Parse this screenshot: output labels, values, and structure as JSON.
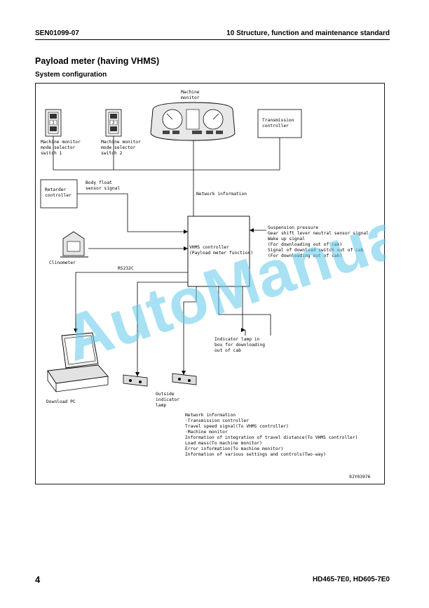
{
  "header": {
    "doc_code": "SEN01099-07",
    "section": "10 Structure, function and maintenance standard"
  },
  "page": {
    "title": "Payload meter (having VHMS)",
    "subtitle": "System configuration"
  },
  "diagram": {
    "machine_monitor": [
      "Machine",
      "monitor"
    ],
    "switch1": [
      "Machine monitor",
      "mode selector",
      "switch 1"
    ],
    "switch2": [
      "Machine monitor",
      "mode selector",
      "switch 2"
    ],
    "switch1_face": "1",
    "switch2_face": "2",
    "transmission_controller": [
      "Transmission",
      "controller"
    ],
    "retarder_controller": [
      "Retarder",
      "controller"
    ],
    "body_float_sensor": [
      "Body float",
      "sensor signal"
    ],
    "network_information": "Network information",
    "vhms_controller": [
      "VHMS controller",
      "(Payload meter function)"
    ],
    "inputs": [
      "Suspension pressure",
      "Gear shift lever neutral sensor signal",
      "Wake up signal",
      "(For downloading out of cab)",
      "Signal of download switch out of cab",
      "(For downloading out of cab)"
    ],
    "clinometer": "Clinometer",
    "rs232c": "RS232C",
    "indicator_lamp_box": [
      "Indicator lamp in",
      "box for downloading",
      "out of cab"
    ],
    "download_pc": "Download PC",
    "outside_lamp": [
      "Outside",
      "indicator",
      "lamp"
    ],
    "network_info_block": [
      "Network information",
      "·Transmission controller",
      "  Travel speed signal(To VHMS controller)",
      "·Machine monitor",
      "  Information of integration of travel distance(To VHMS controller)",
      "  Load mass(To machine monitor)",
      "  Error information(To machine monitor)",
      "  Information of various settings and controls(Two-way)"
    ],
    "figure_id": "9JY03976",
    "watermark": "AutoManual"
  },
  "footer": {
    "page_number": "4",
    "model": "HD465-7E0, HD605-7E0"
  }
}
